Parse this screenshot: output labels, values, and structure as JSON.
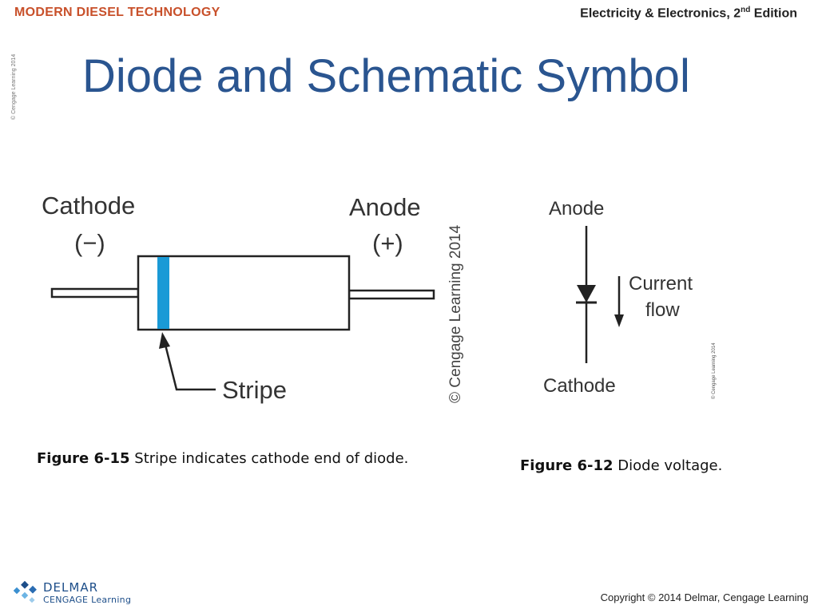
{
  "header": {
    "left": "MODERN DIESEL TECHNOLOGY",
    "right_main": "Electricity & Electronics, 2",
    "right_sup": "nd",
    "right_tail": " Edition"
  },
  "side_credit": "© Cengage Learning 2014",
  "title": "Diode and Schematic Symbol",
  "figure_left": {
    "cathode_label": "Cathode",
    "cathode_sign": "(−)",
    "anode_label": "Anode",
    "anode_sign": "(+)",
    "stripe_label": "Stripe",
    "credit": "© Cengage Learning 2014",
    "stripe_color": "#1a9ad6"
  },
  "figure_right": {
    "anode_label": "Anode",
    "cathode_label": "Cathode",
    "current_label_1": "Current",
    "current_label_2": "flow",
    "credit": "© Cengage Learning 2014"
  },
  "captions": {
    "left_bold": "Figure 6-15",
    "left_text": " Stripe indicates cathode end of diode.",
    "right_bold": "Figure 6-12",
    "right_text": " Diode voltage."
  },
  "footer": {
    "logo_line1": "DELMAR",
    "logo_line2": "CENGAGE Learning",
    "copyright": "Copyright © 2014 Delmar, Cengage Learning"
  }
}
